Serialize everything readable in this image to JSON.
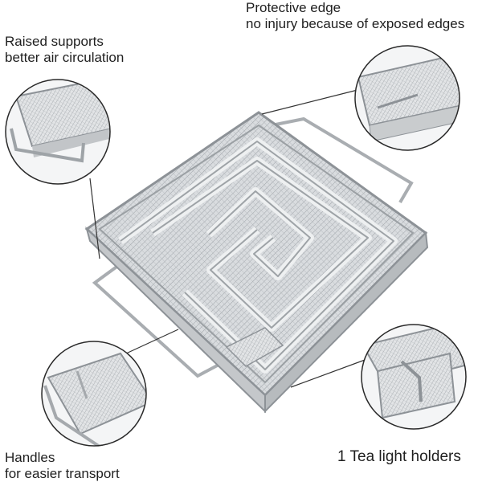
{
  "callouts": {
    "raised_supports": {
      "line1": "Raised supports",
      "line2": "better air circulation"
    },
    "protective_edge": {
      "line1": "Protective edge",
      "line2": "no injury because of exposed edges"
    },
    "handles": {
      "line1": "Handles",
      "line2": "for easier transport"
    },
    "tea_light": {
      "line1": "1 Tea light holders"
    }
  },
  "colors": {
    "mesh": "#bfc3c7",
    "mesh_dark": "#8d9297",
    "frame": "#a9adb1",
    "line": "#333333"
  }
}
